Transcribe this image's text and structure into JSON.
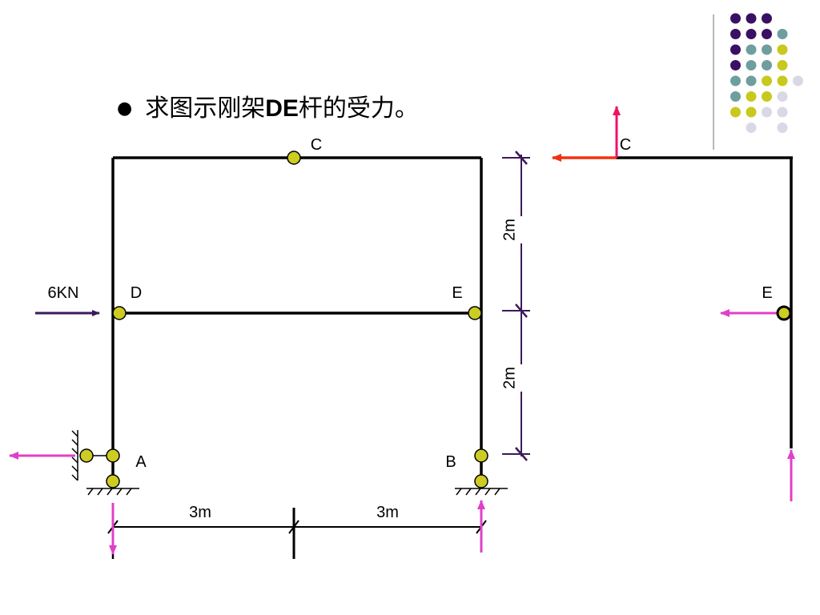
{
  "title": {
    "bullet": "●",
    "prefix": "求图示刚架",
    "bold": "DE",
    "suffix": "杆的受力。"
  },
  "labels": {
    "C": "C",
    "D": "D",
    "E": "E",
    "A": "A",
    "B": "B",
    "load": "6KN",
    "dim_top": "2m",
    "dim_bottom": "2m",
    "span_left": "3m",
    "span_right": "3m",
    "free_body_C": "C",
    "free_body_E": "E"
  },
  "colors": {
    "member": "#000000",
    "pin_fill": "#cccc22",
    "dimension": "#3b1a5a",
    "reaction": "#e040c8",
    "force_red": "#ee3311",
    "force_pink": "#ee1166",
    "load_arrow": "#3b1a5a",
    "dots": [
      "#3b0f63",
      "#6f9e9e",
      "#c8c81e",
      "#d8d8e6"
    ]
  },
  "decor_dots": [
    [
      null,
      0,
      0,
      0,
      null
    ],
    [
      null,
      0,
      0,
      0,
      1
    ],
    [
      null,
      0,
      1,
      1,
      2
    ],
    [
      null,
      0,
      1,
      1,
      2
    ],
    [
      null,
      1,
      1,
      2,
      2,
      3
    ],
    [
      null,
      1,
      2,
      2,
      3
    ],
    [
      null,
      2,
      2,
      3,
      3
    ],
    [
      null,
      null,
      3,
      null,
      3
    ]
  ]
}
